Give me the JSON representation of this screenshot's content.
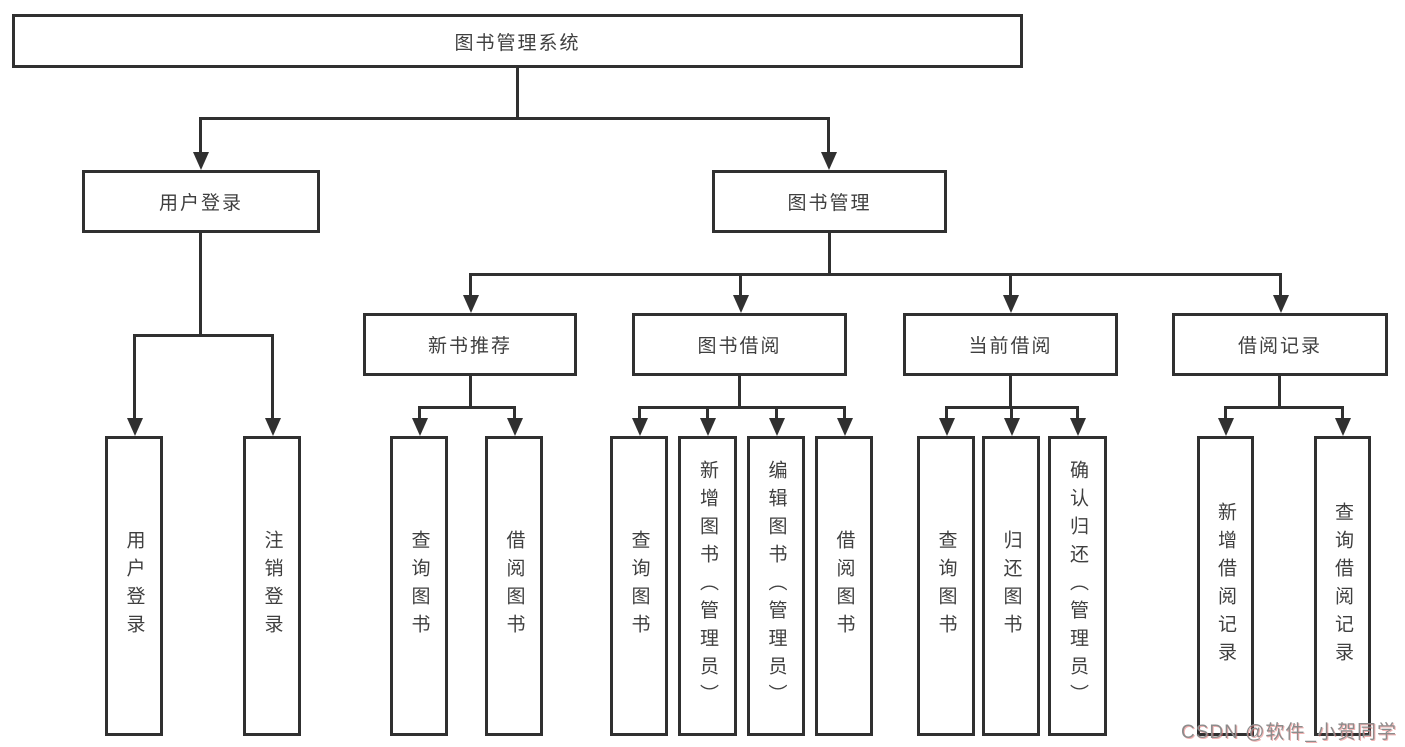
{
  "diagram": {
    "root": {
      "label": "图书管理系统",
      "children": [
        {
          "label": "用户登录",
          "children": [
            {
              "label": "用户登录"
            },
            {
              "label": "注销登录"
            }
          ]
        },
        {
          "label": "图书管理",
          "children": [
            {
              "label": "新书推荐",
              "children": [
                {
                  "label": "查询图书"
                },
                {
                  "label": "借阅图书"
                }
              ]
            },
            {
              "label": "图书借阅",
              "children": [
                {
                  "label": "查询图书"
                },
                {
                  "label": "新增图书（管理员）"
                },
                {
                  "label": "编辑图书（管理员）"
                },
                {
                  "label": "借阅图书"
                }
              ]
            },
            {
              "label": "当前借阅",
              "children": [
                {
                  "label": "查询图书"
                },
                {
                  "label": "归还图书"
                },
                {
                  "label": "确认归还（管理员）"
                }
              ]
            },
            {
              "label": "借阅记录",
              "children": [
                {
                  "label": "新增借阅记录"
                },
                {
                  "label": "查询借阅记录"
                }
              ]
            }
          ]
        }
      ]
    },
    "colors": {
      "line": "#303030",
      "box_border": "#303030",
      "text": "#3f3f3f",
      "background": "#ffffff",
      "watermark_gray": "#8c8c8c",
      "watermark_pink": "#e57373"
    }
  },
  "watermark": {
    "text": "CSDN @软件_小贺同学"
  }
}
